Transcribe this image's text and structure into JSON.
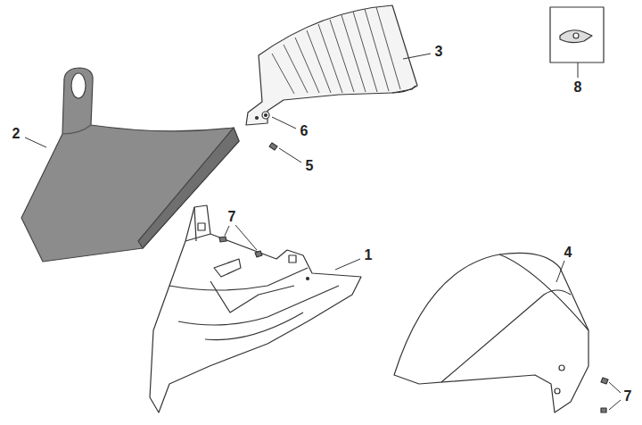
{
  "diagram": {
    "labels": [
      "3",
      "8",
      "2",
      "6",
      "5",
      "7",
      "1",
      "4",
      "7"
    ]
  }
}
